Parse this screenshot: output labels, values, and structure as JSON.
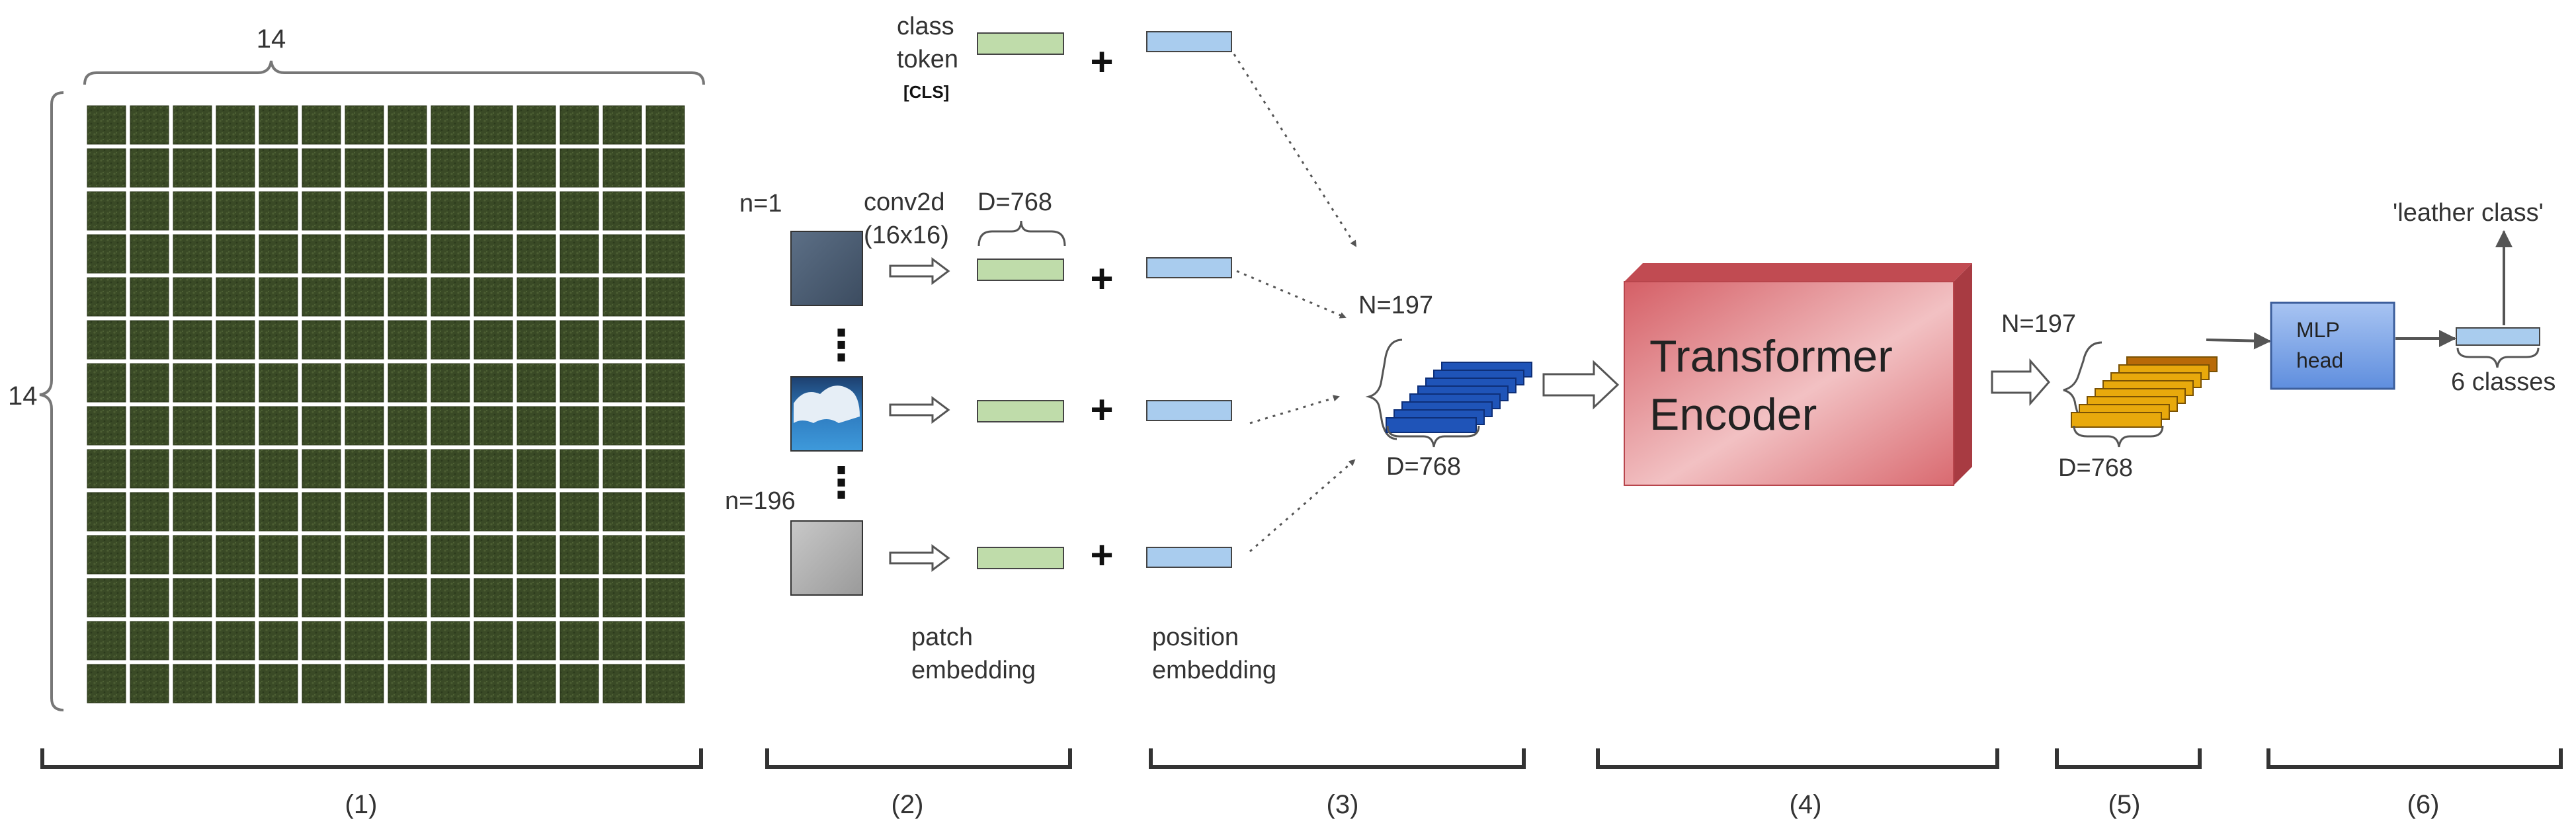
{
  "labels": {
    "grid_top": "14",
    "grid_left": "14",
    "class_token_line1": "class",
    "class_token_line2": "token",
    "cls_tag": "[CLS]",
    "n_first": "n=1",
    "n_last": "n=196",
    "conv_line1": "conv2d",
    "conv_line2": "(16x16)",
    "d_768_patch": "D=768",
    "patch_line1": "patch",
    "patch_line2": "embedding",
    "position_line1": "position",
    "position_line2": "embedding",
    "n_197_stack": "N=197",
    "d_768_stack": "D=768",
    "encoder_line1": "Transformer",
    "encoder_line2": "Encoder",
    "n_197_output": "N=197",
    "d_768_output": "D=768",
    "mlp_line1": "MLP",
    "mlp_line2": "head",
    "output_label": "'leather class'",
    "classes_label": "6 classes",
    "plus": "+",
    "dots": "⋮"
  },
  "sections": [
    "(1)",
    "(2)",
    "(3)",
    "(4)",
    "(5)",
    "(6)"
  ],
  "grid": {
    "rows": 14,
    "cols": 14
  },
  "colors": {
    "patch_green": "#bfdcaa",
    "position_blue": "#a9ccee",
    "stack_blue": "#1f54b8",
    "stack_gold": "#e8a90c",
    "encoder_red": "#d9646a",
    "mlp_blue": "#7fa6e6",
    "grid_patch": "#3a4a26"
  }
}
